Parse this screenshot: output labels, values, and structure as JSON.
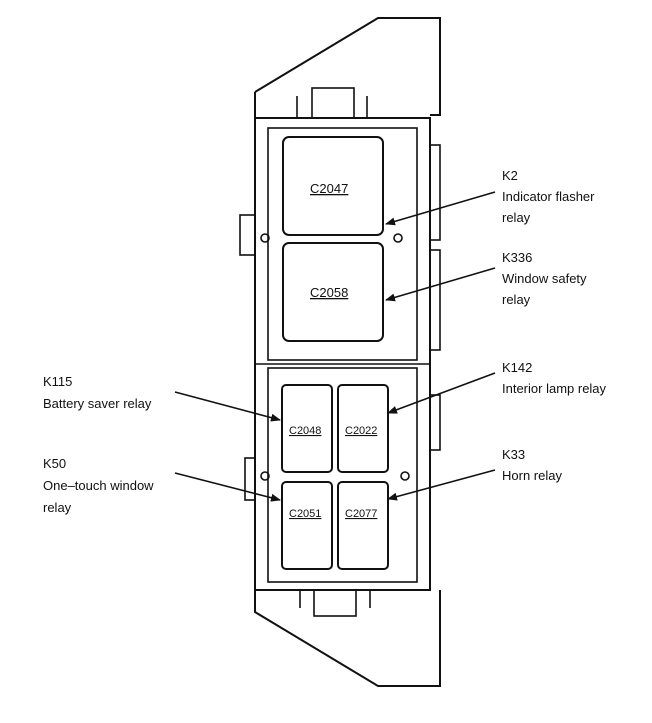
{
  "connectors": {
    "top_large": "C2047",
    "mid_large": "C2058",
    "upper_left_small": "C2048",
    "upper_right_small": "C2022",
    "lower_left_small": "C2051",
    "lower_right_small": "C2077"
  },
  "callouts": {
    "k2": {
      "id": "K2",
      "line1": "Indicator flasher",
      "line2": "relay"
    },
    "k336": {
      "id": "K336",
      "line1": "Window safety",
      "line2": "relay"
    },
    "k142": {
      "id": "K142",
      "line1": "Interior lamp relay"
    },
    "k33": {
      "id": "K33",
      "line1": "Horn relay"
    },
    "k115": {
      "id": "K115",
      "line1": "Battery saver relay"
    },
    "k50": {
      "id": "K50",
      "line1": "One–touch window",
      "line2": "relay"
    }
  }
}
